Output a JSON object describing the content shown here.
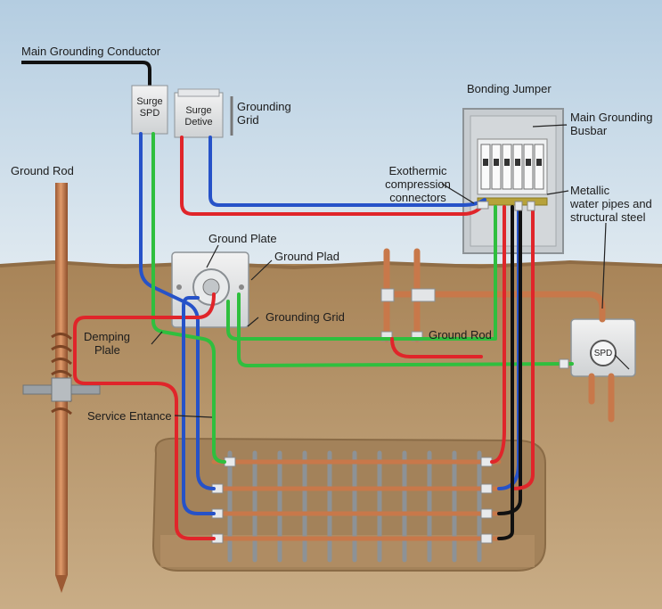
{
  "labels": {
    "main_grounding_conductor": "Main Grounding Conductor",
    "surge_spd_line1": "Surge",
    "surge_spd_line2": "SPD",
    "surge_detive_line1": "Surge",
    "surge_detive_line2": "Detive",
    "grounding_grid_top_line1": "Grounding",
    "grounding_grid_top_line2": "Grid",
    "bonding_jumper": "Bonding Jumper",
    "main_grounding_busbar_line1": "Main Grounding",
    "main_grounding_busbar_line2": "Busbar",
    "ground_rod_left": "Ground Rod",
    "exothermic_line1": "Exothermic",
    "exothermic_line2": "compression",
    "exothermic_line3": "connectors",
    "metallic_line1": "Metallic",
    "metallic_line2": "water pipes and",
    "metallic_line3": "structural steel",
    "ground_plate": "Ground Plate",
    "ground_plad": "Ground Plad",
    "grounding_grid_mid": "Grounding Grid",
    "ground_rod_mid": "Ground Rod",
    "demping_line1": "Demping",
    "demping_line2": "Plale",
    "service_entance": "Service Entance",
    "spd_small": "SPD"
  },
  "colors": {
    "sky": "#c9dbe9",
    "soil": "#b8976b",
    "copper": "#c8784a",
    "wire_red": "#e0252a",
    "wire_blue": "#2652c8",
    "wire_green": "#2fbf3e",
    "wire_black": "#111111"
  }
}
